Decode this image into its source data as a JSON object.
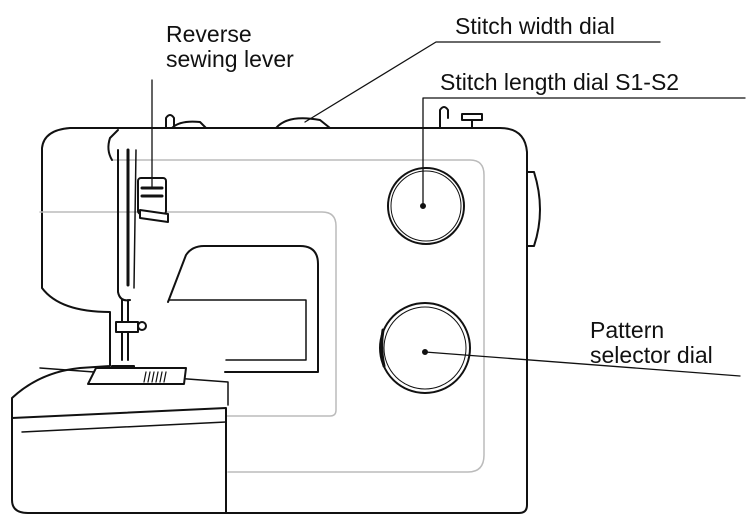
{
  "labels": {
    "reverse_lever_line1": "Reverse",
    "reverse_lever_line2": "sewing lever",
    "stitch_width": "Stitch width dial",
    "stitch_length": "Stitch length dial S1-S2",
    "pattern_line1": "Pattern",
    "pattern_line2": "selector dial"
  },
  "colors": {
    "ink": "#111111",
    "paper": "#ffffff",
    "guide": "#bbbbbb"
  }
}
